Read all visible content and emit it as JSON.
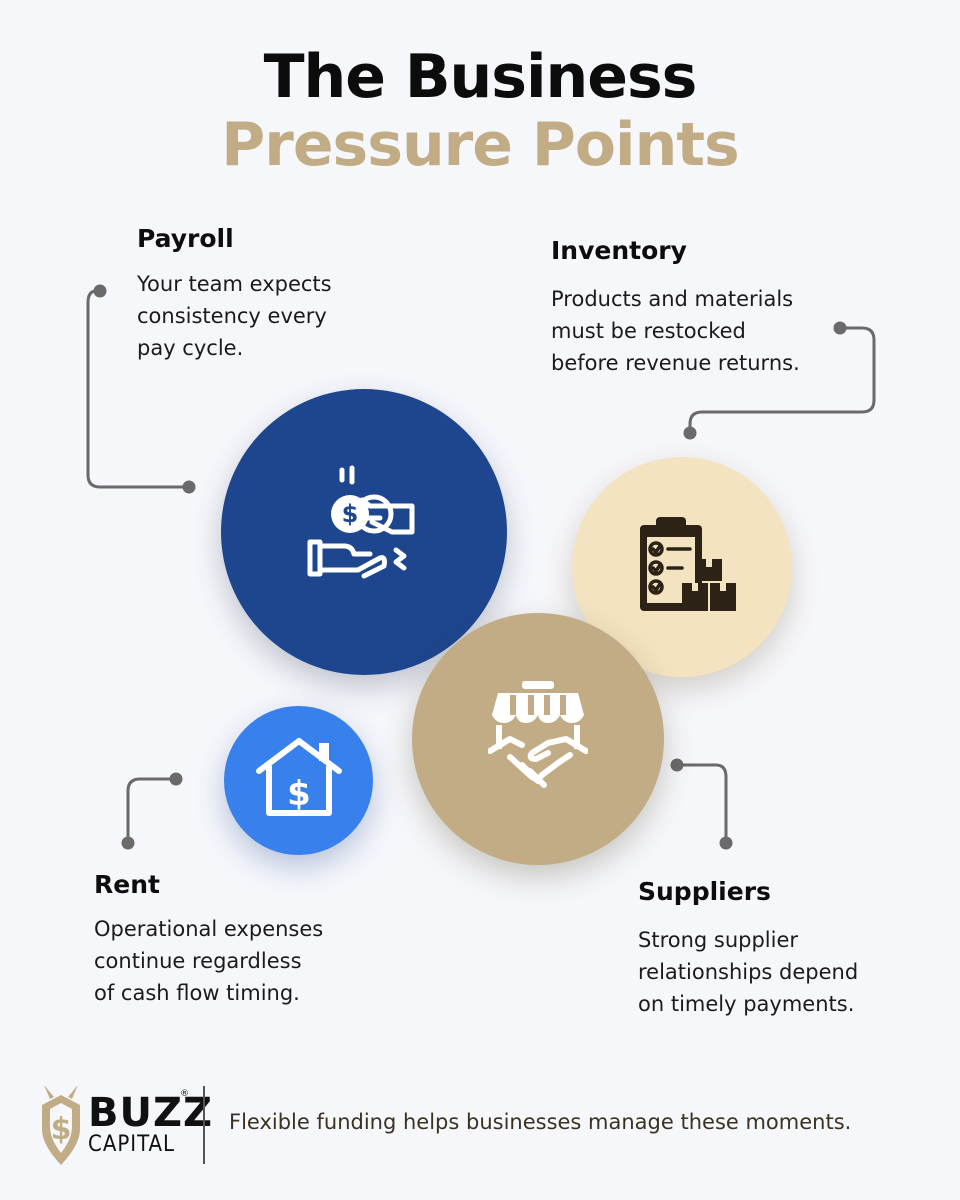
{
  "title": {
    "line1": "The Business",
    "line2": "Pressure Points"
  },
  "points": {
    "payroll": {
      "heading": "Payroll",
      "lines": [
        "Your team expects",
        "consistency every",
        "pay cycle."
      ],
      "icon": "money-exchange-hands-icon",
      "color": "#1e468e"
    },
    "inventory": {
      "heading": "Inventory",
      "lines": [
        "Products and materials",
        "must be restocked",
        "before revenue returns."
      ],
      "icon": "clipboard-checklist-boxes-icon",
      "color": "#f4e3c0"
    },
    "rent": {
      "heading": "Rent",
      "lines": [
        "Operational expenses",
        "continue regardless",
        "of cash flow timing."
      ],
      "icon": "house-dollar-icon",
      "color": "#3880ec"
    },
    "suppliers": {
      "heading": "Suppliers",
      "lines": [
        "Strong supplier",
        "relationships depend",
        "on timely payments."
      ],
      "icon": "store-handshake-icon",
      "color": "#c2ac86"
    }
  },
  "footer": {
    "brand_top": "BUZZ",
    "brand_bottom": "CAPITAL",
    "registered": "®",
    "tagline": "Flexible funding helps businesses manage these moments."
  },
  "colors": {
    "background": "#f6f7fb",
    "accent_gold": "#c2ac86",
    "connector": "#6a6a6a"
  }
}
